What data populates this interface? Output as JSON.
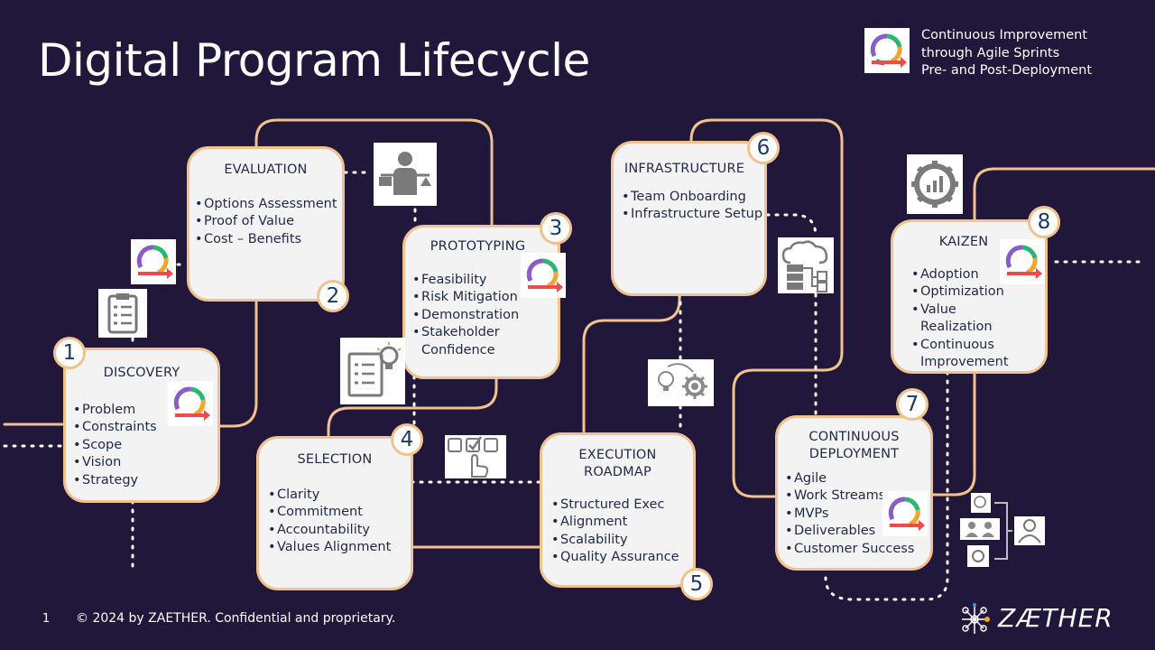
{
  "title": "Digital Program Lifecycle",
  "legend": {
    "icon": "agile-cycle-icon",
    "lines": [
      "Continuous Improvement",
      "through Agile Sprints",
      "Pre- and Post-Deployment"
    ]
  },
  "colors": {
    "background": "#20173a",
    "path": "#f1c28d",
    "box_fill": "#f3f3f3",
    "badge_text": "#1b3a6b"
  },
  "stages": [
    {
      "number": "1",
      "title": "DISCOVERY",
      "items": [
        "Problem",
        "Constraints",
        "Scope",
        "Vision",
        "Strategy"
      ]
    },
    {
      "number": "2",
      "title": "EVALUATION",
      "items": [
        "Options Assessment",
        "Proof of Value",
        "Cost – Benefits"
      ]
    },
    {
      "number": "3",
      "title": "PROTOTYPING",
      "items": [
        "Feasibility",
        "Risk Mitigation",
        "Demonstration",
        "Stakeholder",
        "Confidence"
      ]
    },
    {
      "number": "4",
      "title": "SELECTION",
      "items": [
        "Clarity",
        "Commitment",
        "Accountability",
        "Values Alignment"
      ]
    },
    {
      "number": "5",
      "title_lines": [
        "EXECUTION",
        "ROADMAP"
      ],
      "items": [
        "Structured Exec",
        "Alignment",
        "Scalability",
        "Quality Assurance"
      ]
    },
    {
      "number": "6",
      "title": "INFRASTRUCTURE",
      "items": [
        "Team Onboarding",
        "Infrastructure Setup"
      ]
    },
    {
      "number": "7",
      "title_lines": [
        "CONTINUOUS",
        "DEPLOYMENT"
      ],
      "items": [
        "Agile",
        "Work Streams",
        "MVPs",
        "Deliverables",
        "Customer Success"
      ]
    },
    {
      "number": "8",
      "title": "KAIZEN",
      "items": [
        "Adoption",
        "Optimization",
        "Value",
        "Realization",
        "Continuous",
        "Improvement"
      ]
    }
  ],
  "icons": [
    "checklist-clipboard-icon",
    "decision-balance-person-icon",
    "idea-checklist-icon",
    "selection-hand-icon",
    "idea-gear-icon",
    "cloud-server-icon",
    "analytics-gear-icon",
    "team-org-icon"
  ],
  "footer": {
    "page": "1",
    "copyright": "© 2024 by ZAETHER. Confidential and proprietary."
  },
  "brand": "ZÆTHER"
}
